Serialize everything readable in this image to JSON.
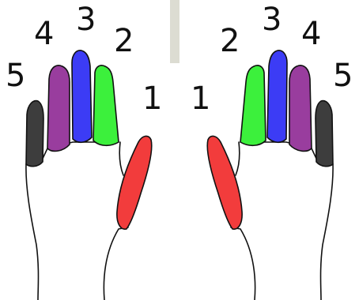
{
  "colors": {
    "thumb": "#f23c3c",
    "index": "#3cf03c",
    "middle": "#3c3cf5",
    "ring": "#993d9e",
    "pinky": "#3d3d3d",
    "divider": "#dcdcd2"
  },
  "left_hand": {
    "labels": {
      "thumb": "1",
      "index": "2",
      "middle": "3",
      "ring": "4",
      "pinky": "5"
    }
  },
  "right_hand": {
    "labels": {
      "thumb": "1",
      "index": "2",
      "middle": "3",
      "ring": "4",
      "pinky": "5"
    }
  }
}
